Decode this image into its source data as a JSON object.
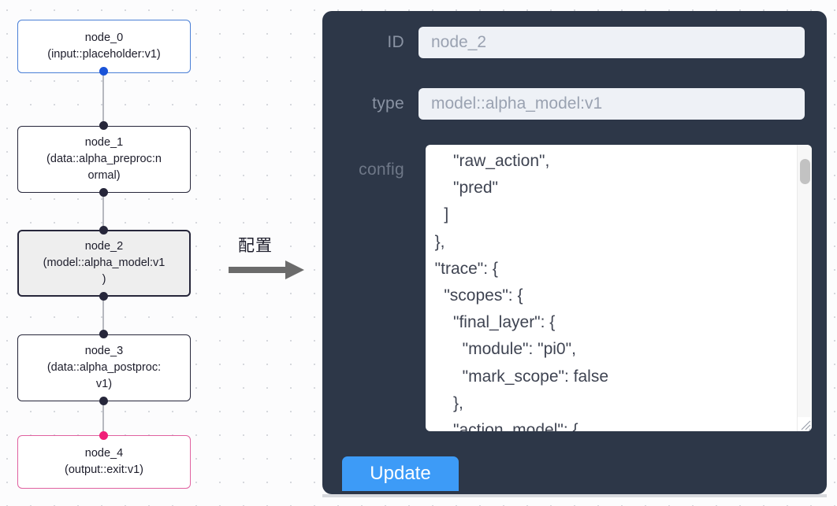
{
  "canvas": {
    "grid_dot_color": "#d6d8dd",
    "background": "#fcfcfd"
  },
  "graph": {
    "nodes": [
      {
        "id": "node_0",
        "title": "node_0",
        "subtitle": "(input::placeholder:v1)",
        "role": "input",
        "border_color": "#4a7fd6",
        "port_color": "#1a53d8"
      },
      {
        "id": "node_1",
        "title": "node_1",
        "subtitle": "(data::alpha_preproc:normal)",
        "subtitle_line1": "(data::alpha_preproc:n",
        "subtitle_line2": "ormal)",
        "role": "default",
        "border_color": "#26263a",
        "port_color": "#26263a"
      },
      {
        "id": "node_2",
        "title": "node_2",
        "subtitle": "(model::alpha_model:v1)",
        "subtitle_line1": "(model::alpha_model:v1",
        "subtitle_line2": ")",
        "role": "selected",
        "border_color": "#26263a",
        "port_color": "#26263a",
        "fill": "#eeeeee"
      },
      {
        "id": "node_3",
        "title": "node_3",
        "subtitle": "(data::alpha_postproc:v1)",
        "subtitle_line1": "(data::alpha_postproc:",
        "subtitle_line2": "v1)",
        "role": "default",
        "border_color": "#26263a",
        "port_color": "#26263a"
      },
      {
        "id": "node_4",
        "title": "node_4",
        "subtitle": "(output::exit:v1)",
        "role": "output",
        "border_color": "#e061a0",
        "port_color": "#f01e78"
      }
    ]
  },
  "annotation": {
    "label": "配置",
    "arrow_color": "#6b6b6b",
    "arrow_icon": "right-arrow-icon"
  },
  "panel": {
    "background": "#2d3748",
    "fields": [
      {
        "label": "ID",
        "value": "node_2"
      },
      {
        "label": "type",
        "value": "model::alpha_model:v1"
      }
    ],
    "config": {
      "label": "config",
      "text": "      \"raw_action\",\n      \"pred\"\n    ]\n  },\n  \"trace\": {\n    \"scopes\": {\n      \"final_layer\": {\n        \"module\": \"pi0\",\n        \"mark_scope\": false\n      },\n      \"action_model\": {",
      "scrollbar": {
        "thumb_color": "#c2c2c2",
        "track_color": "#f7f7f7"
      }
    },
    "update_button": {
      "label": "Update",
      "color": "#3d9bf7"
    }
  }
}
